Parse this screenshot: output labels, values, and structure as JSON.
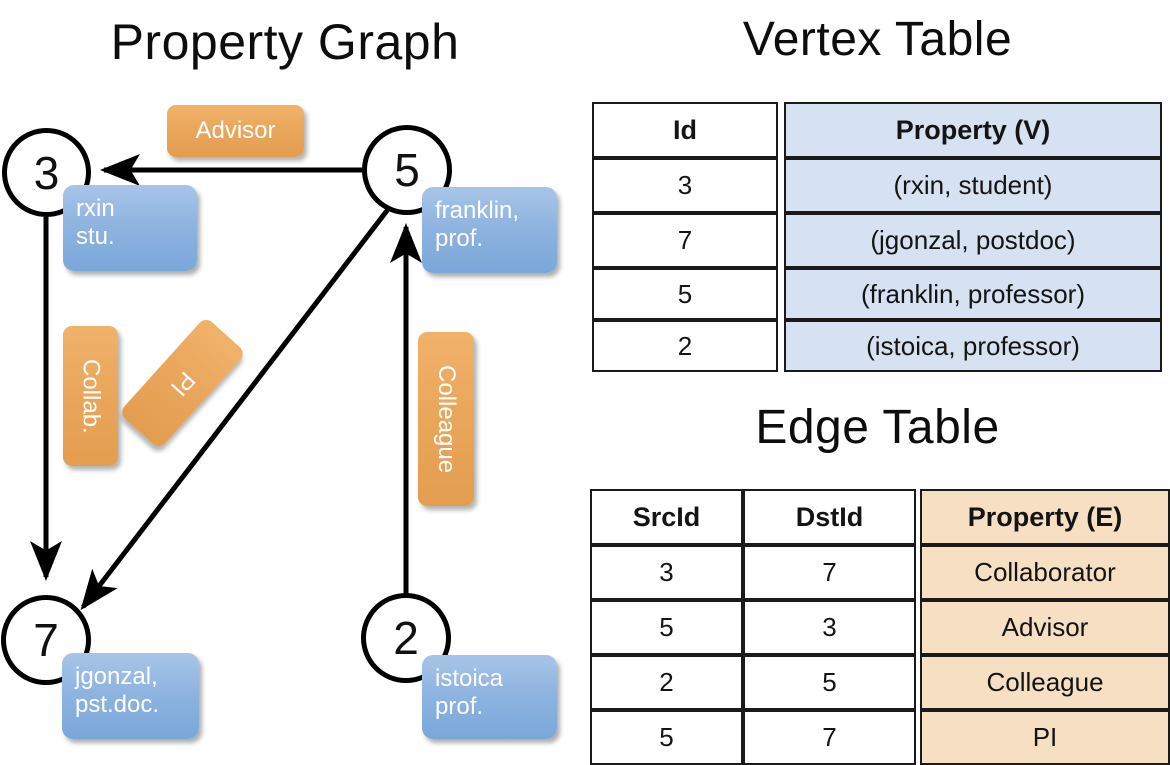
{
  "titles": {
    "graph": "Property Graph",
    "vertex_table": "Vertex Table",
    "edge_table": "Edge Table"
  },
  "graph": {
    "nodes": [
      {
        "id": "3",
        "label": "3",
        "property_line1": "rxin",
        "property_line2": "stu."
      },
      {
        "id": "5",
        "label": "5",
        "property_line1": "franklin,",
        "property_line2": "prof."
      },
      {
        "id": "7",
        "label": "7",
        "property_line1": "jgonzal,",
        "property_line2": "pst.doc."
      },
      {
        "id": "2",
        "label": "2",
        "property_line1": "istoica",
        "property_line2": "prof."
      }
    ],
    "edge_labels": [
      {
        "name": "advisor",
        "text": "Advisor"
      },
      {
        "name": "collab",
        "text": "Collab."
      },
      {
        "name": "pi",
        "text": "PI"
      },
      {
        "name": "colleague",
        "text": "Colleague"
      }
    ],
    "colors": {
      "node_stroke": "#000000",
      "vertex_property_box": "#8fb4e0",
      "edge_label_box": "#eaa75c"
    }
  },
  "vertex_table": {
    "headers": [
      "Id",
      "Property (V)"
    ],
    "rows": [
      {
        "id": "3",
        "property": "(rxin, student)"
      },
      {
        "id": "7",
        "property": "(jgonzal, postdoc)"
      },
      {
        "id": "5",
        "property": "(franklin, professor)"
      },
      {
        "id": "2",
        "property": "(istoica, professor)"
      }
    ],
    "property_fill": "#d6e1f2"
  },
  "edge_table": {
    "headers": [
      "SrcId",
      "DstId",
      "Property (E)"
    ],
    "rows": [
      {
        "src": "3",
        "dst": "7",
        "property": "Collaborator"
      },
      {
        "src": "5",
        "dst": "3",
        "property": "Advisor"
      },
      {
        "src": "2",
        "dst": "5",
        "property": "Colleague"
      },
      {
        "src": "5",
        "dst": "7",
        "property": "PI"
      }
    ],
    "property_fill": "#f7dfc4"
  }
}
